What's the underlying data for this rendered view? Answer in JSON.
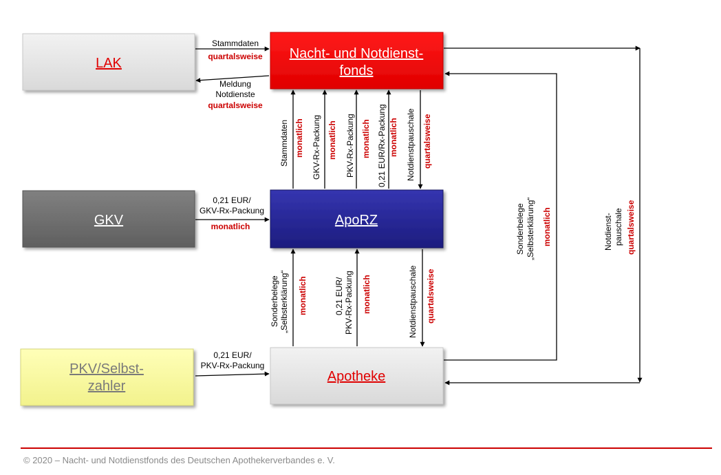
{
  "boxes": {
    "lak": {
      "label": "LAK"
    },
    "fonds": {
      "label_line1": "Nacht- und Notdienst-",
      "label_line2": "fonds"
    },
    "gkv": {
      "label": "GKV"
    },
    "aporz": {
      "label": "ApoRZ"
    },
    "pkv": {
      "label_line1": "PKV/Selbst-",
      "label_line2": "zahler"
    },
    "apotheke": {
      "label": "Apotheke"
    }
  },
  "labels": {
    "stammdaten": "Stammdaten",
    "quartalsweise": "quartalsweise",
    "meldung": "Meldung",
    "notdienste": "Notdienste",
    "monatlich": "monatlich",
    "gkv_rx": "GKV-Rx-Packung",
    "pkv_rx": "PKV-Rx-Packung",
    "eur_rx": "0,21 EUR/Rx-Packung",
    "notdienstpauschale": "Notdienstpauschale",
    "eur_gkv_1": "0,21 EUR/",
    "eur_gkv_2": "GKV-Rx-Packung",
    "eur_pkv_1": "0,21 EUR/",
    "eur_pkv_2": "PKV-Rx-Packung",
    "sonderbelege": "Sonderbelege",
    "selbsterklaerung": "„Selbsterklärung“",
    "notdienst_hy": "Notdienst-",
    "pauschale": "pauschale"
  },
  "footer": "© 2020 – Nacht- und Notdienstfonds des Deutschen Apothekerverbandes e. V.",
  "colors": {
    "lak_fill": "#e6e6e6",
    "fonds_fill": "#ff0000",
    "gkv_fill": "#6e6e6e",
    "aporz_fill": "#2a2a9a",
    "pkv_fill": "#ffffa6",
    "apotheke_fill": "#e6e6e6",
    "accent_red": "#cc0000"
  }
}
